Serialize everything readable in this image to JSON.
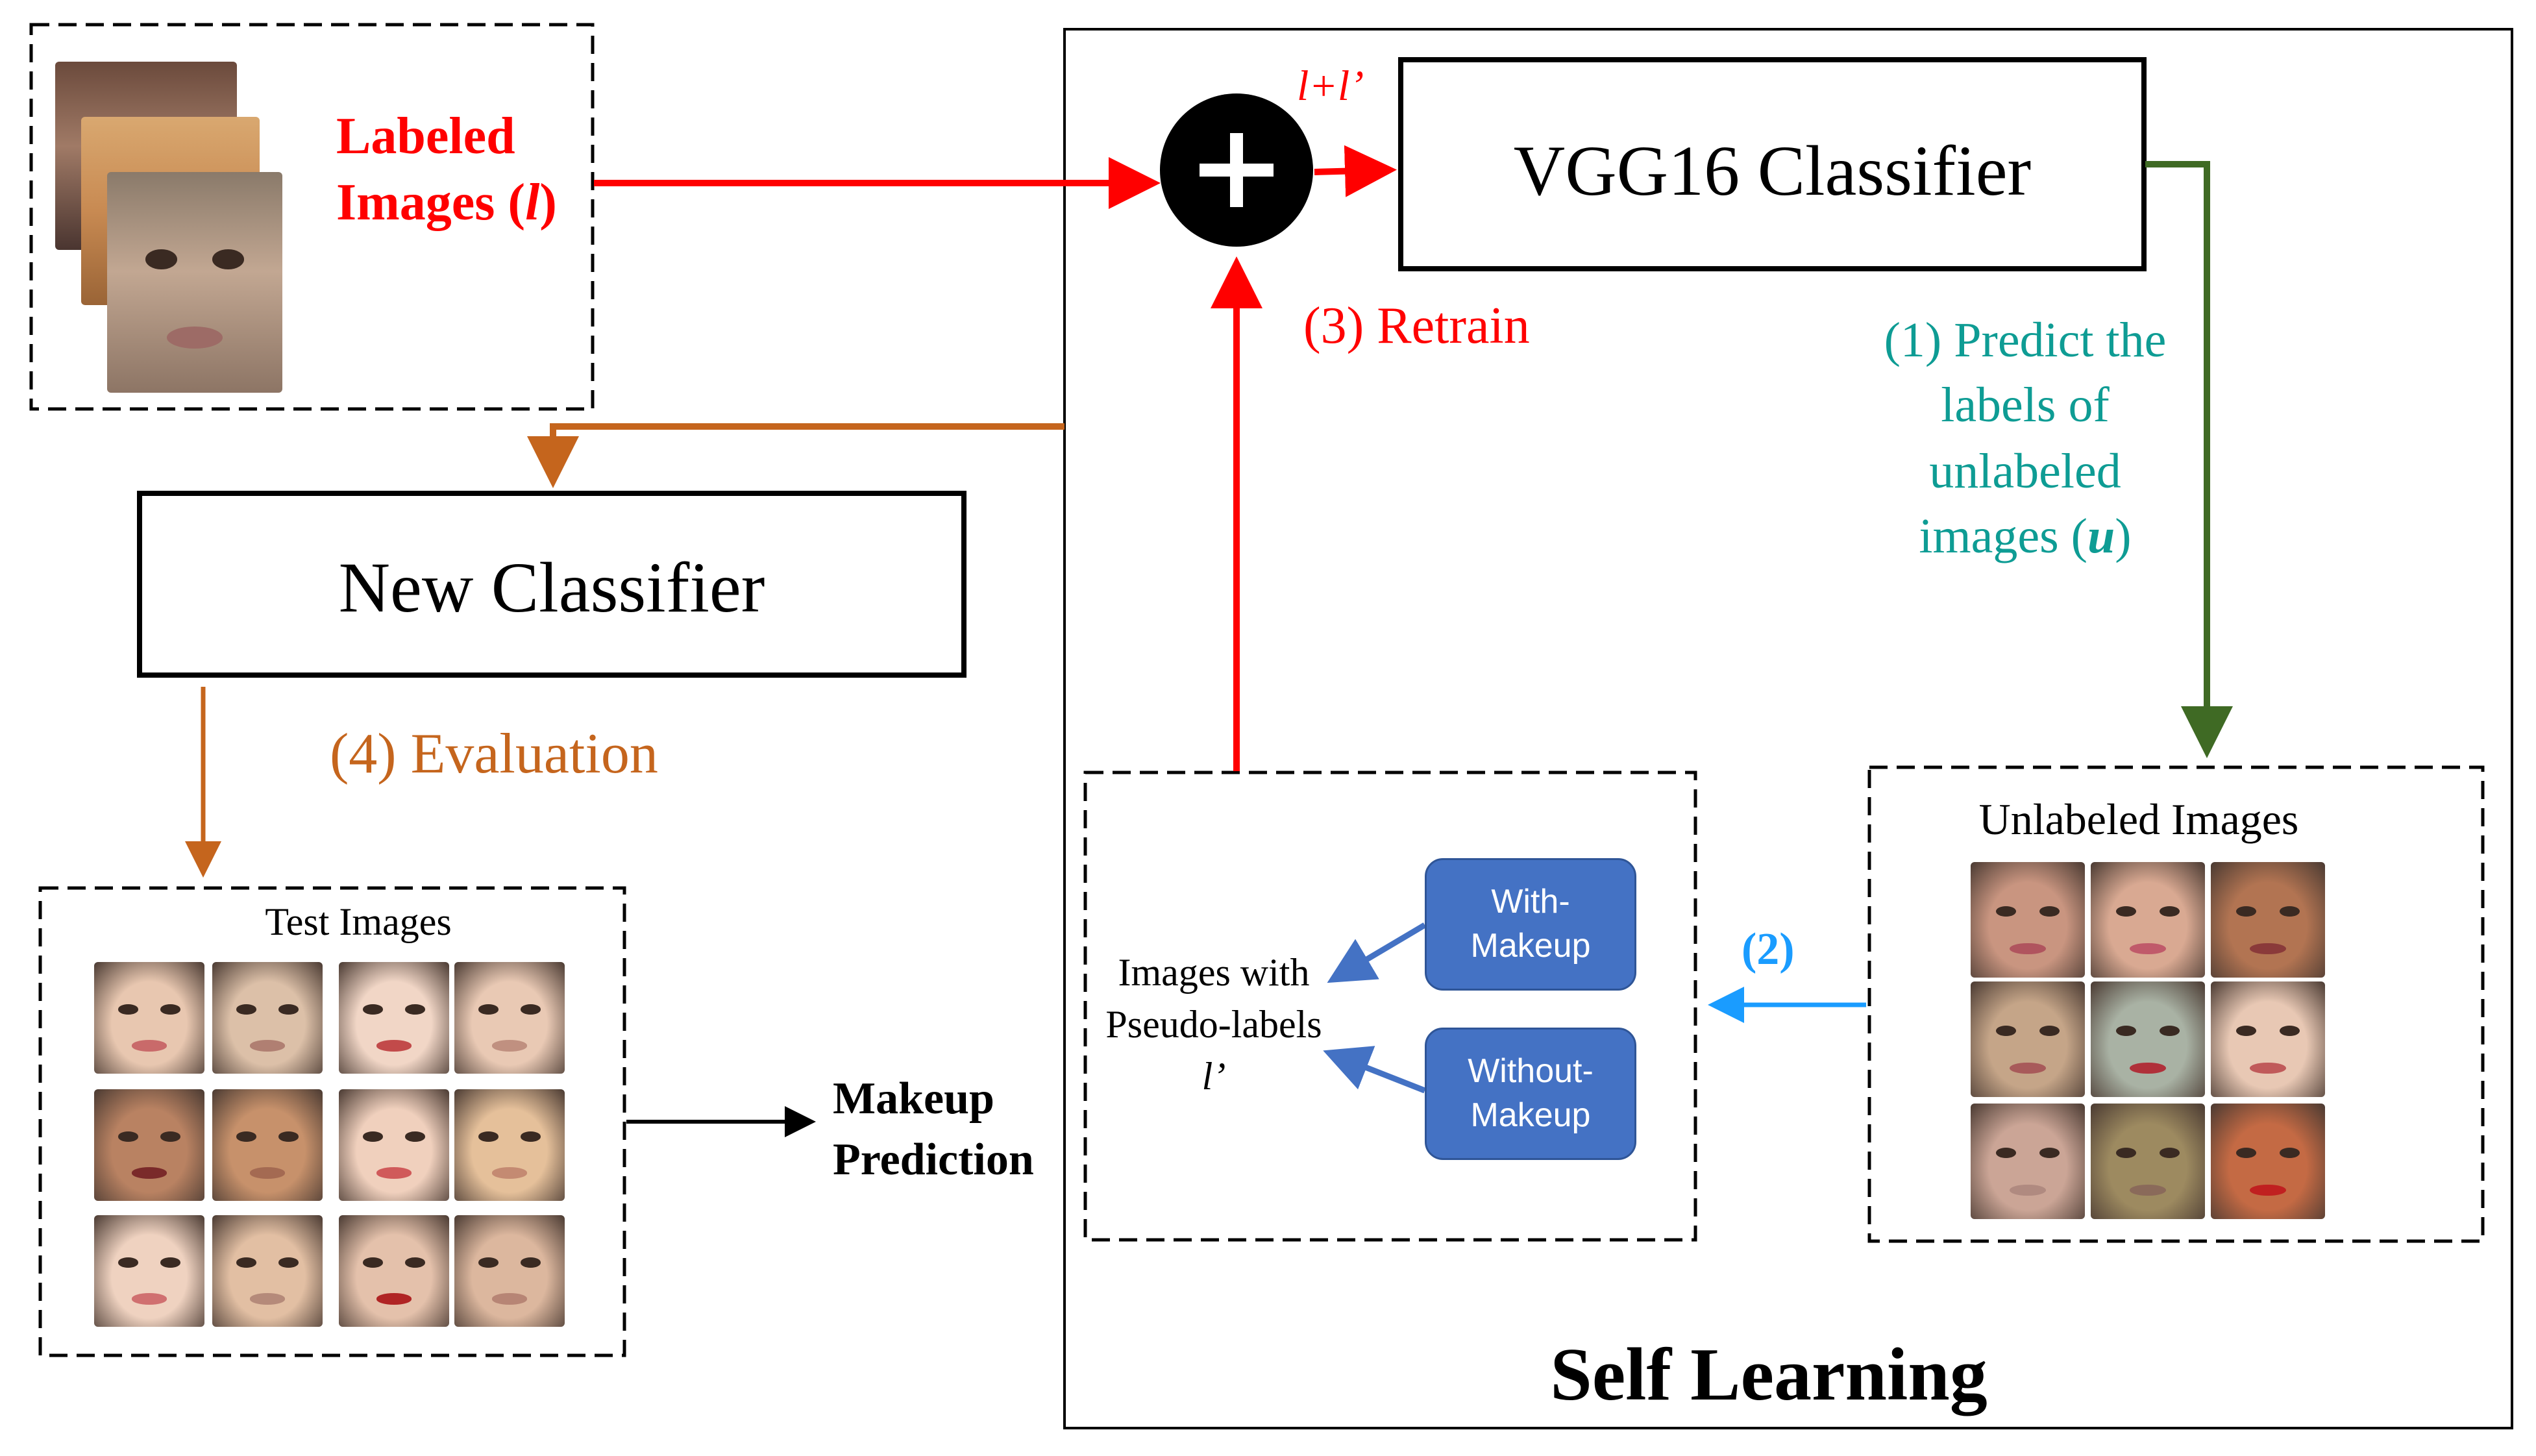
{
  "labels": {
    "labeled_images": "Labeled",
    "labeled_images_2": "Images (",
    "labeled_var": "l",
    "labeled_close": ")",
    "sum_label": "l+l’",
    "vgg": "VGG16 Classifier",
    "retrain": "(3) Retrain",
    "predict_1": "(1) Predict the",
    "predict_2": "labels of",
    "predict_3": "unlabeled",
    "predict_4": "images (",
    "predict_var": "u",
    "predict_close": ")",
    "new_classifier": "New Classifier",
    "evaluation": "(4) Evaluation",
    "test_images": "Test Images",
    "makeup_1": "Makeup",
    "makeup_2": "Prediction",
    "pseudo_1": "Images with",
    "pseudo_2": "Pseudo-labels",
    "pseudo_3": "l’",
    "with_makeup": "With-\nMakeup",
    "without_makeup": "Without-\nMakeup",
    "step2": "(2)",
    "unlabeled_images": "Unlabeled Images",
    "self_learning": "Self Learning",
    "plus": "+"
  },
  "colors": {
    "red": "#ff0000",
    "orange": "#c5651d",
    "teal": "#0e9c94",
    "green": "#3f6a24",
    "blue": "#1a9cff",
    "pill_blue": "#4472c4",
    "black": "#000000"
  }
}
